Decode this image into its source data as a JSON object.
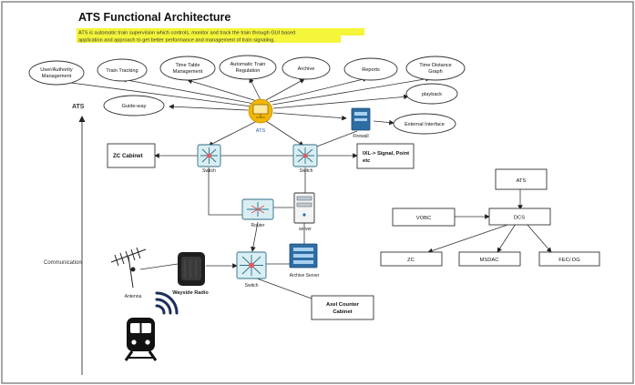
{
  "title": "ATS Functional Architecture",
  "subtitle_lines": [
    "ATS is automatic train supervision which controls, monitor and track the train through GUI based",
    "application and approach to get better performance and management of train signaling."
  ],
  "axis": {
    "top_label": "ATS",
    "bottom_label": "Communication"
  },
  "functions": [
    {
      "lines": [
        "User/Authority",
        "Management"
      ]
    },
    {
      "lines": [
        "Train Tracking"
      ]
    },
    {
      "lines": [
        "Time Table",
        "Management"
      ]
    },
    {
      "lines": [
        "Automatic Train",
        "Regulation"
      ]
    },
    {
      "lines": [
        "Archive"
      ]
    },
    {
      "lines": [
        "Reports"
      ]
    },
    {
      "lines": [
        "Time Distance",
        "Graph"
      ]
    },
    {
      "lines": [
        "playback"
      ]
    },
    {
      "lines": [
        "Guide-way"
      ]
    },
    {
      "lines": [
        "External Interface"
      ]
    }
  ],
  "nodes": {
    "ats": "ATS",
    "firewall": "Firewall",
    "zc_cabinet": "ZC Cabinet",
    "switch_left": "Switch",
    "switch_right": "Switch",
    "ixl_lines": [
      "IXL-> Signal, Point",
      "etc"
    ],
    "router": "Router",
    "server": "server",
    "antenna": "Antenna",
    "wayside_radio": "Wayside Radio",
    "switch_bottom": "Switch",
    "archive_server": "Archive Server",
    "axel_lines": [
      "Axel Counter",
      "Cabinet"
    ]
  },
  "right_diagram": {
    "ats": "ATS",
    "vobc": "VOBC",
    "dcs": "DCS",
    "zc": "ZC",
    "msdac": "MSDAC",
    "fec": "FEC/ DG"
  },
  "colors": {
    "highlight": "#f5f53a",
    "ats_icon": "#f2b705",
    "switch_bg": "#d9eef3",
    "node_blue": "#2e6da4",
    "router_red": "#e05a5a"
  }
}
